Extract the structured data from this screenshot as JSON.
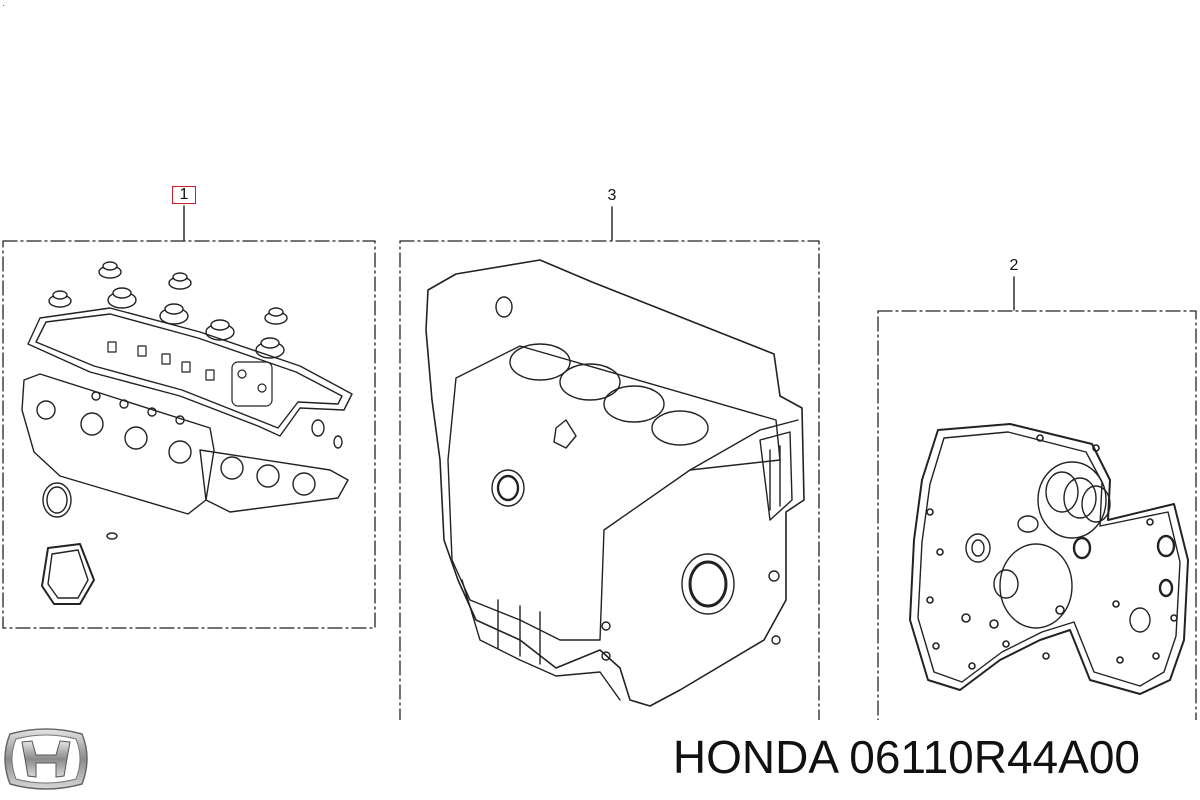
{
  "callouts": {
    "kit_1": "1",
    "kit_2": "2",
    "kit_3": "3"
  },
  "footer": {
    "part_label": "HONDA 06110R44A00"
  },
  "corner_mark": "·",
  "colors": {
    "line": "#222222",
    "highlight": "#d11a2a",
    "logo": "#777777"
  },
  "icons": {
    "brand": "honda-logo"
  }
}
